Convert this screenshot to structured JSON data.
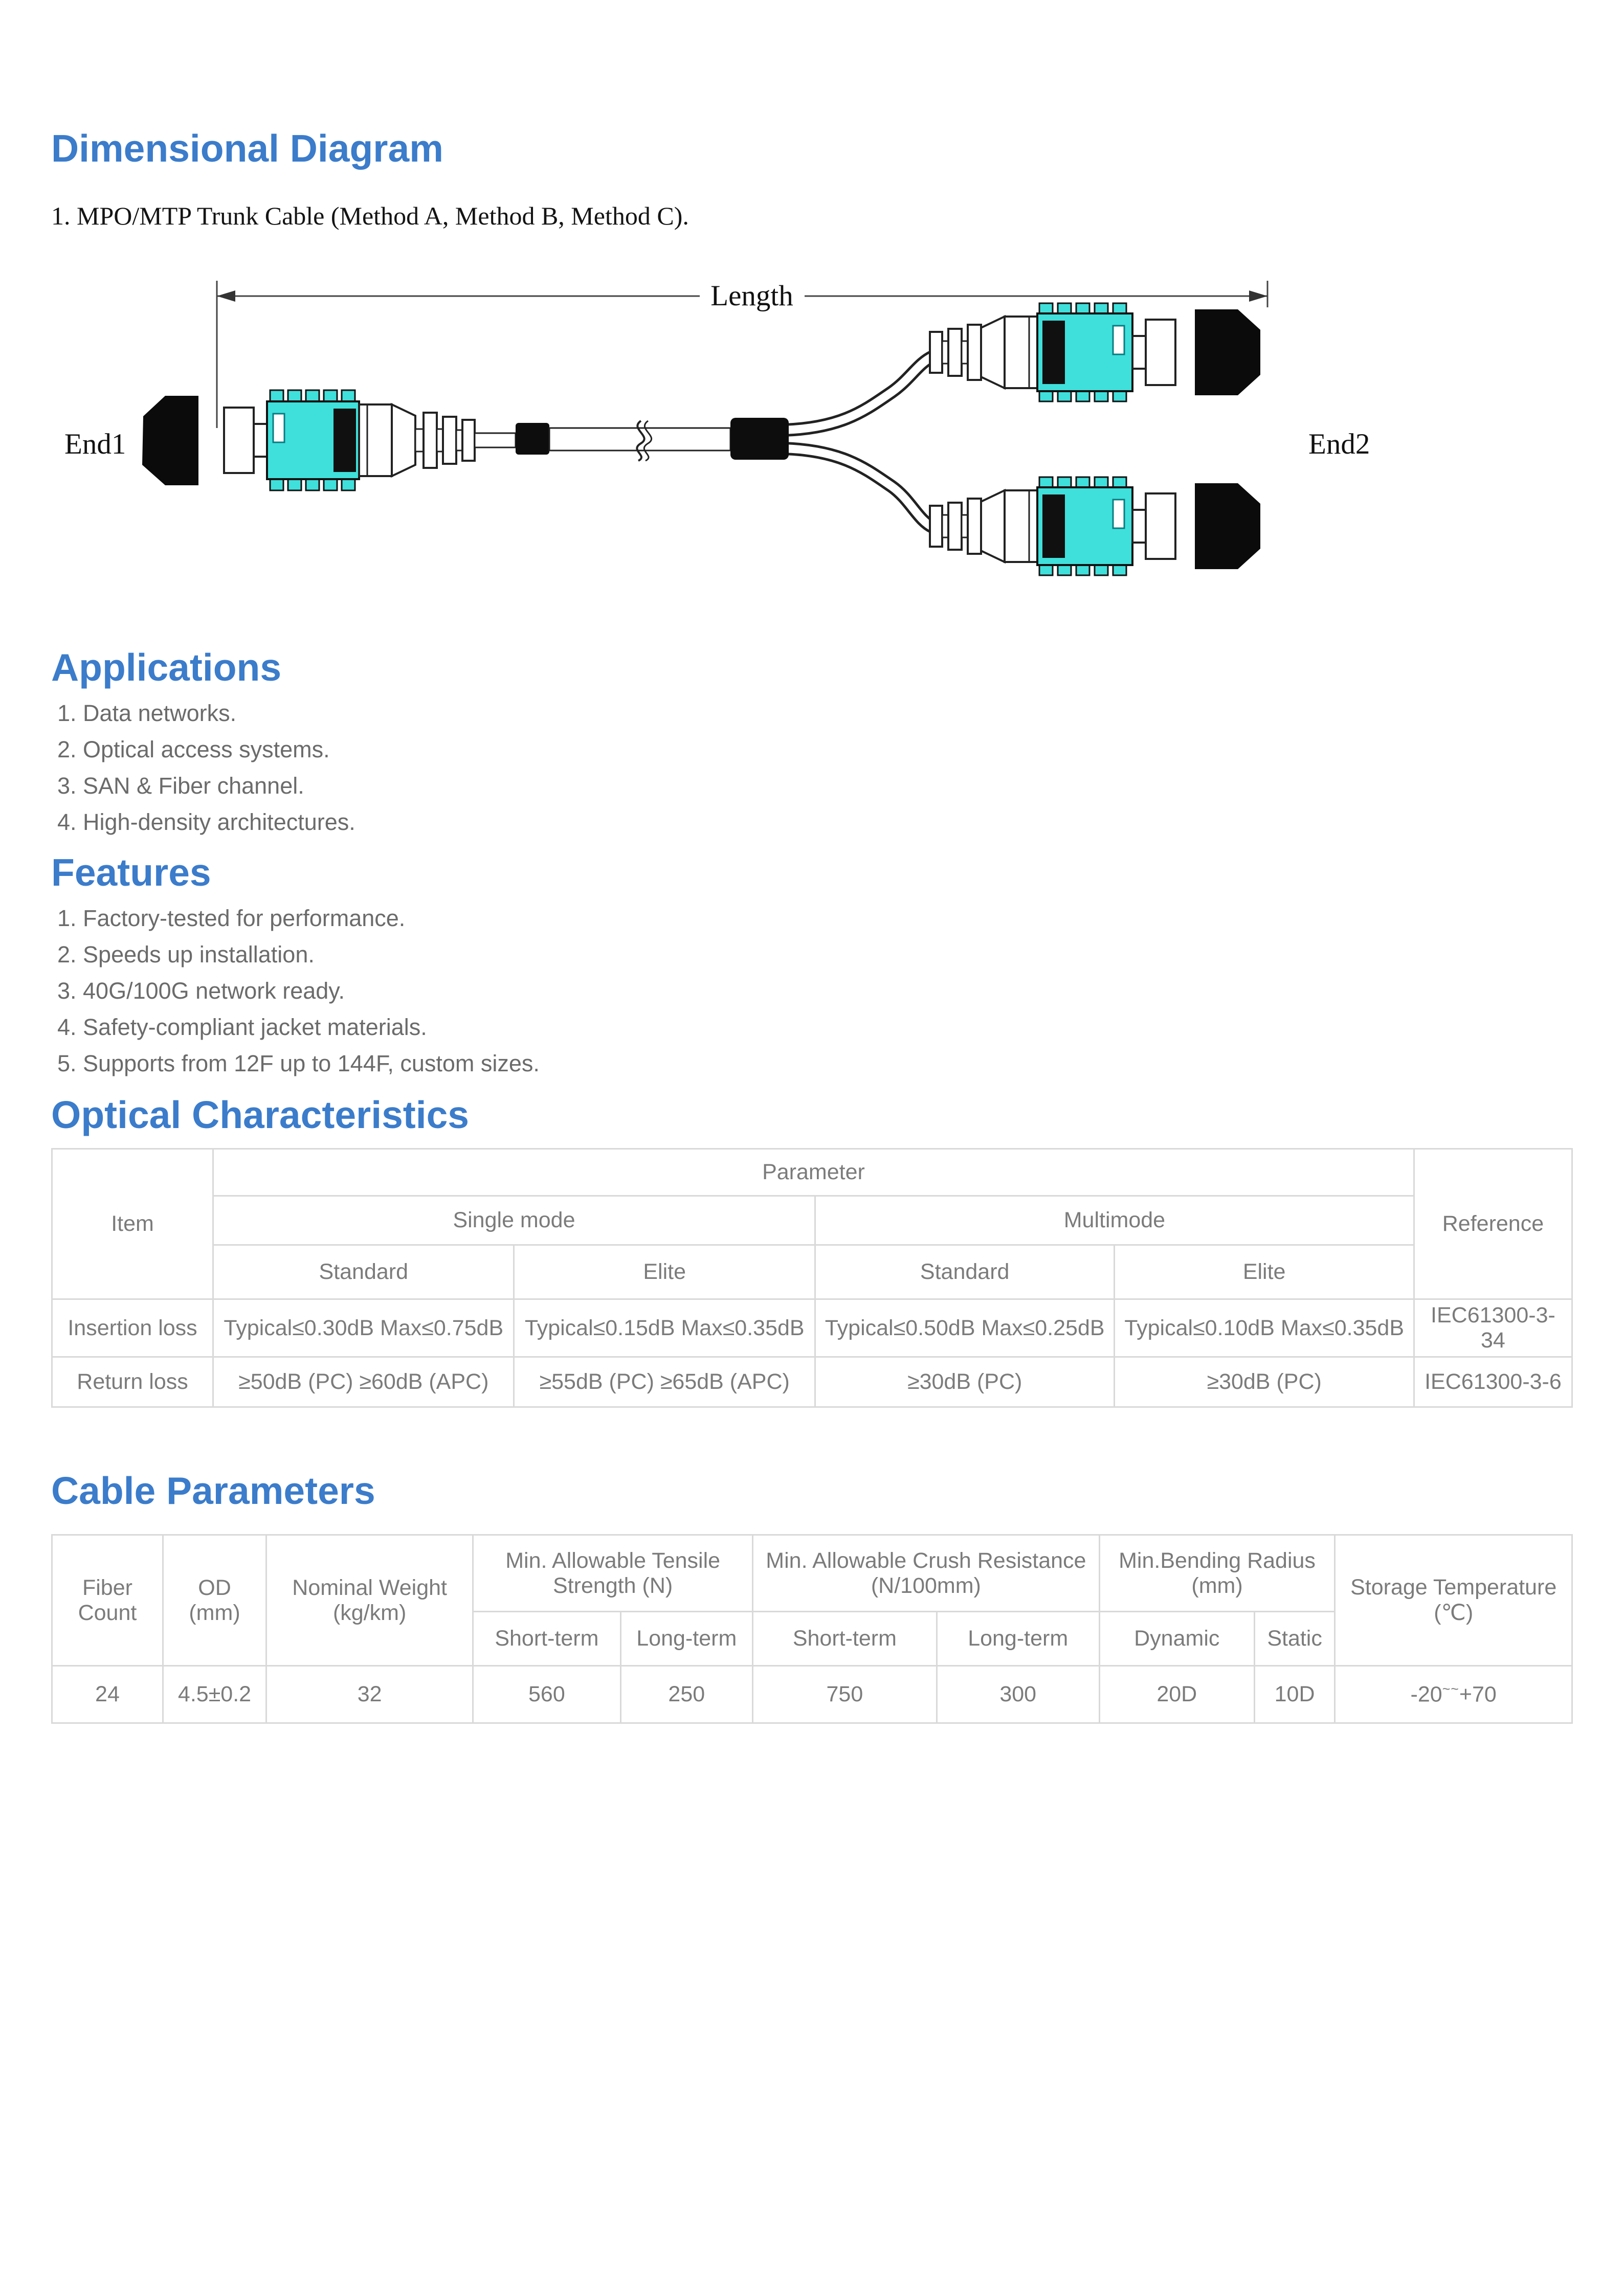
{
  "colors": {
    "heading_blue": "#3b7ccb",
    "connector_cyan": "#3fe0db",
    "body_gray": "#6b6b6b",
    "table_gray": "#7b7b7b",
    "table_border": "#d9d9d9"
  },
  "dimensional": {
    "title": "Dimensional Diagram",
    "caption": "1. MPO/MTP Trunk Cable (Method A, Method B, Method C).",
    "diagram": {
      "end1_label": "End1",
      "end2_label": "End2",
      "length_label": "Length"
    }
  },
  "applications": {
    "title": "Applications",
    "items": [
      "1. Data networks.",
      "2. Optical access systems.",
      "3. SAN & Fiber channel.",
      "4. High-density architectures."
    ]
  },
  "features": {
    "title": "Features",
    "items": [
      "1. Factory-tested for performance.",
      "2. Speeds up installation.",
      "3. 40G/100G network ready.",
      "4. Safety-compliant jacket materials.",
      "5. Supports from 12F up to 144F, custom sizes."
    ]
  },
  "optical": {
    "title": "Optical Characteristics",
    "header": {
      "item": "Item",
      "parameter": "Parameter",
      "single_mode": "Single mode",
      "multimode": "Multimode",
      "sm_standard": "Standard",
      "sm_elite": "Elite",
      "mm_standard": "Standard",
      "mm_elite": "Elite",
      "reference": "Reference"
    },
    "rows": [
      {
        "item": "Insertion loss",
        "sm_standard": "Typical≤0.30dB Max≤0.75dB",
        "sm_elite": "Typical≤0.15dB Max≤0.35dB",
        "mm_standard": "Typical≤0.50dB Max≤0.25dB",
        "mm_elite": "Typical≤0.10dB Max≤0.35dB",
        "reference": "IEC61300-3-34"
      },
      {
        "item": "Return loss",
        "sm_standard": "≥50dB (PC) ≥60dB (APC)",
        "sm_elite": "≥55dB (PC) ≥65dB (APC)",
        "mm_standard": "≥30dB (PC)",
        "mm_elite": "≥30dB (PC)",
        "reference": "IEC61300-3-6"
      }
    ]
  },
  "cable_params": {
    "title": "Cable Parameters",
    "header": {
      "fiber_count": "Fiber\nCount",
      "od": "OD\n(mm)",
      "nominal_weight": "Nominal Weight\n(kg/km)",
      "tensile": "Min. Allowable Tensile\nStrength (N)",
      "crush": "Min. Allowable Crush Resistance\n(N/100mm)",
      "bending": "Min.Bending Radius\n(mm)",
      "storage": "Storage Temperature\n(℃)",
      "tensile_short": "Short-term",
      "tensile_long": "Long-term",
      "crush_short": "Short-term",
      "crush_long": "Long-term",
      "bending_dynamic": "Dynamic",
      "bending_static": "Static"
    },
    "row": {
      "fiber_count": "24",
      "od": "4.5±0.2",
      "nominal_weight": "32",
      "tensile_short": "560",
      "tensile_long": "250",
      "crush_short": "750",
      "crush_long": "300",
      "bending_dynamic": "20D",
      "bending_static": "10D",
      "storage_prefix": "-20",
      "storage_sup": "~~",
      "storage_suffix": "+70"
    }
  }
}
